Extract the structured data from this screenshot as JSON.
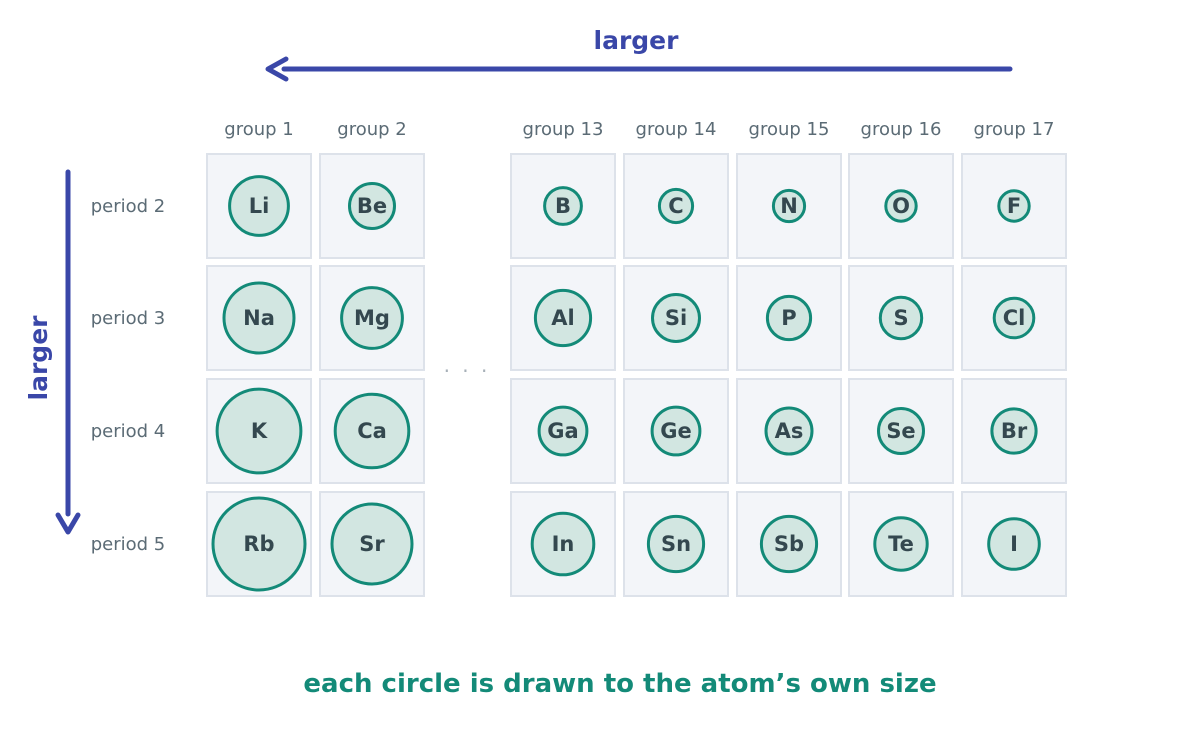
{
  "top_trend": {
    "label": "larger",
    "direction": "right-to-left"
  },
  "side_trend": {
    "label": "larger",
    "direction": "top-to-bottom"
  },
  "groups": [
    "group 1",
    "group 2",
    "group 13",
    "group 14",
    "group 15",
    "group 16",
    "group 17"
  ],
  "gap_marker": "· · ·",
  "periods": [
    {
      "label": "period 2",
      "elements": [
        "Li",
        "Be",
        "B",
        "C",
        "N",
        "O",
        "F"
      ]
    },
    {
      "label": "period 3",
      "elements": [
        "Na",
        "Mg",
        "Al",
        "Si",
        "P",
        "S",
        "Cl"
      ]
    },
    {
      "label": "period 4",
      "elements": [
        "K",
        "Ca",
        "Ga",
        "Ge",
        "As",
        "Se",
        "Br"
      ]
    },
    {
      "label": "period 5",
      "elements": [
        "Rb",
        "Sr",
        "In",
        "Sn",
        "Sb",
        "Te",
        "I"
      ]
    }
  ],
  "relative_atom_size": [
    [
      0.64,
      0.49,
      0.4,
      0.36,
      0.34,
      0.33,
      0.33
    ],
    [
      0.76,
      0.66,
      0.6,
      0.51,
      0.47,
      0.45,
      0.43
    ],
    [
      0.91,
      0.8,
      0.52,
      0.52,
      0.5,
      0.49,
      0.48
    ],
    [
      1.0,
      0.87,
      0.67,
      0.6,
      0.6,
      0.57,
      0.55
    ]
  ],
  "caption": "each circle is drawn to the atom’s own size",
  "colors": {
    "trend_arrow": "#3a47a8",
    "atom_stroke": "#138a78",
    "atom_fill": "#d2e6e1",
    "cell_fill": "#f3f5f9",
    "caption": "#138a78"
  }
}
